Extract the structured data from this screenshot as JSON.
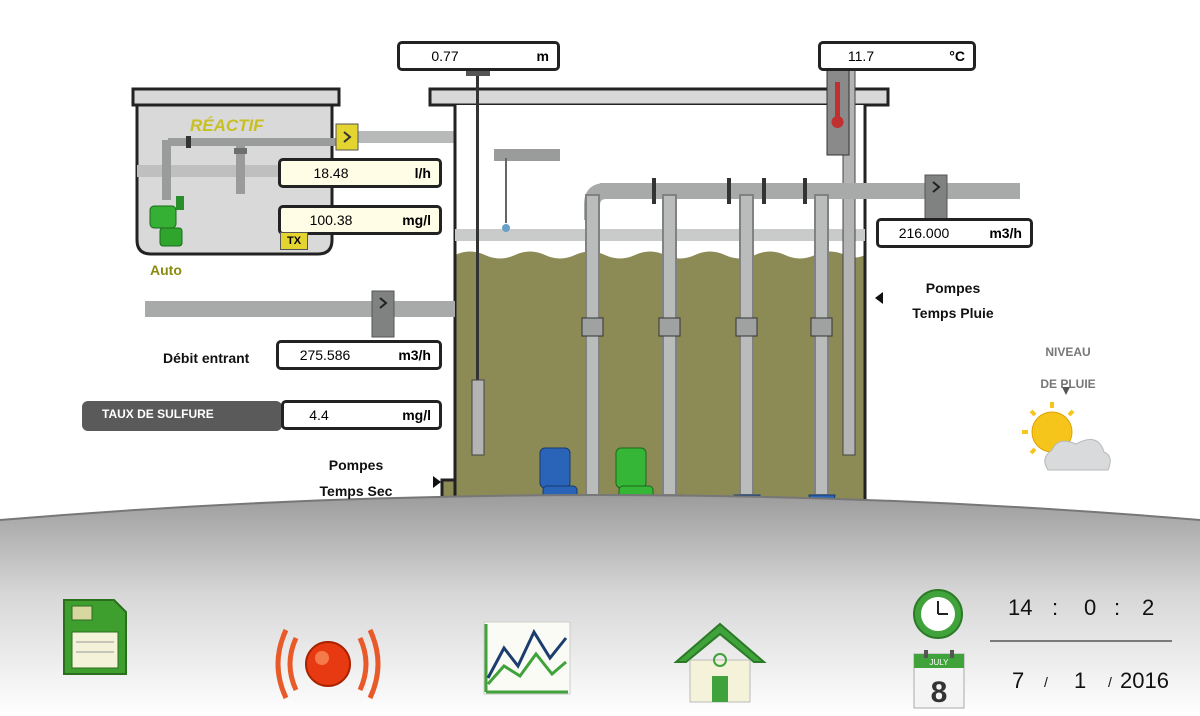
{
  "level_display": {
    "value": "0.77",
    "unit": "m"
  },
  "temp_display": {
    "value": "11.7",
    "unit": "°C"
  },
  "reagent": {
    "title": "RÉACTIF",
    "flow": {
      "value": "18.48",
      "unit": "l/h"
    },
    "concentration": {
      "value": "100.38",
      "unit": "mg/l"
    },
    "tx_badge": "TX",
    "mode": "Auto"
  },
  "outflow": {
    "value": "216.000",
    "unit": "m3/h"
  },
  "inflow": {
    "label": "Débit entrant",
    "value": "275.586",
    "unit": "m3/h"
  },
  "sulfide": {
    "label": "TAUX DE SULFURE",
    "value": "4.4",
    "unit": "mg/l"
  },
  "pumps_rain": {
    "line1": "Pompes",
    "line2": "Temps Pluie"
  },
  "pumps_dry": {
    "line1": "Pompes",
    "line2": "Temps Sec"
  },
  "rain_level": {
    "line1": "NIVEAU",
    "line2": "DE PLUIE"
  },
  "clock": {
    "hours": "14",
    "minutes": "0",
    "seconds": "2",
    "sep": ":"
  },
  "date": {
    "day": "7",
    "month": "1",
    "year": "2016",
    "sep": "/"
  },
  "calendar": {
    "header": "JULY",
    "day": "8"
  },
  "toolbar_icons": [
    "sd-card-icon",
    "alarm-icon",
    "trend-chart-icon",
    "home-icon",
    "clock-icon",
    "calendar-icon"
  ],
  "colors": {
    "tank_liquid": "#8c8a55",
    "pipe": "#a8aaa9",
    "pump_blue": "#2a64b8",
    "pump_green": "#36b636",
    "reagent_title": "#c8c020",
    "auto_text": "#8a8a10",
    "sulfide_label_bg": "#5a5a5a"
  }
}
